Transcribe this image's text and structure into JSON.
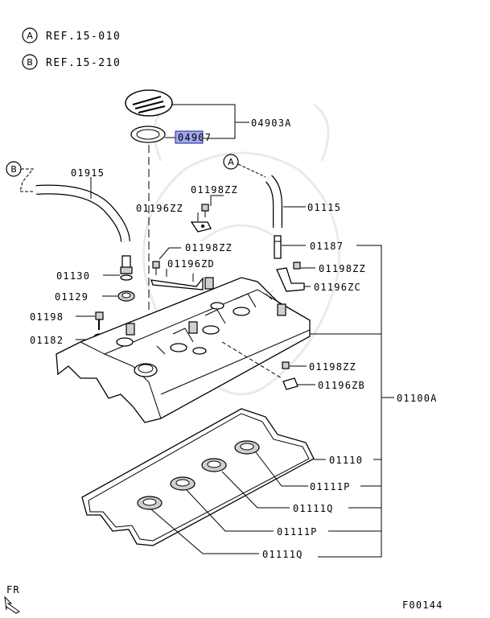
{
  "refs": [
    {
      "letter": "A",
      "text": "REF.15-010"
    },
    {
      "letter": "B",
      "text": "REF.15-210"
    }
  ],
  "callouts": {
    "a": "A",
    "b": "B"
  },
  "labels": {
    "p04903A": "04903A",
    "p04907": "04907",
    "p01915": "01915",
    "p01198ZZ_1": "01198ZZ",
    "p01196ZZ": "01196ZZ",
    "p01115": "01115",
    "p01198ZZ_2": "01198ZZ",
    "p01187": "01187",
    "p01196ZD": "01196ZD",
    "p01130": "01130",
    "p01198ZZ_3": "01198ZZ",
    "p01196ZC": "01196ZC",
    "p01129": "01129",
    "p01198": "01198",
    "p01182": "01182",
    "p01198ZZ_4": "01198ZZ",
    "p01196ZB": "01196ZB",
    "p01100A": "01100A",
    "p01110": "01110",
    "p01111P_1": "01111P",
    "p01111Q_1": "01111Q",
    "p01111P_2": "01111P",
    "p01111Q_2": "01111Q"
  },
  "direction": {
    "label": "FR"
  },
  "figure_id": "F00144",
  "highlight_color": "#9fa6e8"
}
